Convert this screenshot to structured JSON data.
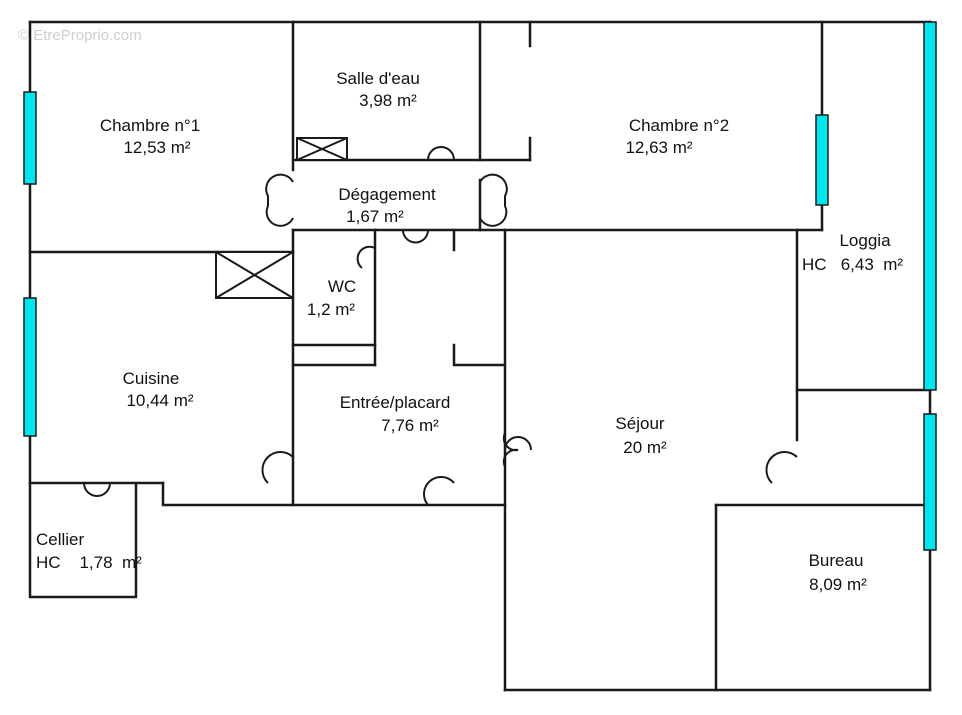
{
  "watermark": "© EtreProprio.com",
  "colors": {
    "window": "#00e5ee",
    "wall": "#1a1a1a",
    "background": "#ffffff"
  },
  "rooms": {
    "chambre1": {
      "name": "Chambre n°1",
      "area": "12,53  m²"
    },
    "salle_eau": {
      "name": "Salle d'eau",
      "area": "3,98  m²"
    },
    "chambre2": {
      "name": "Chambre n°2",
      "area": "12,63  m²"
    },
    "degagement": {
      "name": "Dégagement",
      "area": "1,67  m²"
    },
    "loggia": {
      "name": "Loggia",
      "area": "HC   6,43  m²"
    },
    "wc": {
      "name": "WC",
      "area": "1,2  m²"
    },
    "cuisine": {
      "name": "Cuisine",
      "area": "10,44  m²"
    },
    "entree": {
      "name": "Entrée/placard",
      "area": "7,76  m²"
    },
    "sejour": {
      "name": "Séjour",
      "area": "20  m²"
    },
    "cellier": {
      "name": "Cellier",
      "area": "HC    1,78  m²"
    },
    "bureau": {
      "name": "Bureau",
      "area": "8,09  m²"
    }
  }
}
